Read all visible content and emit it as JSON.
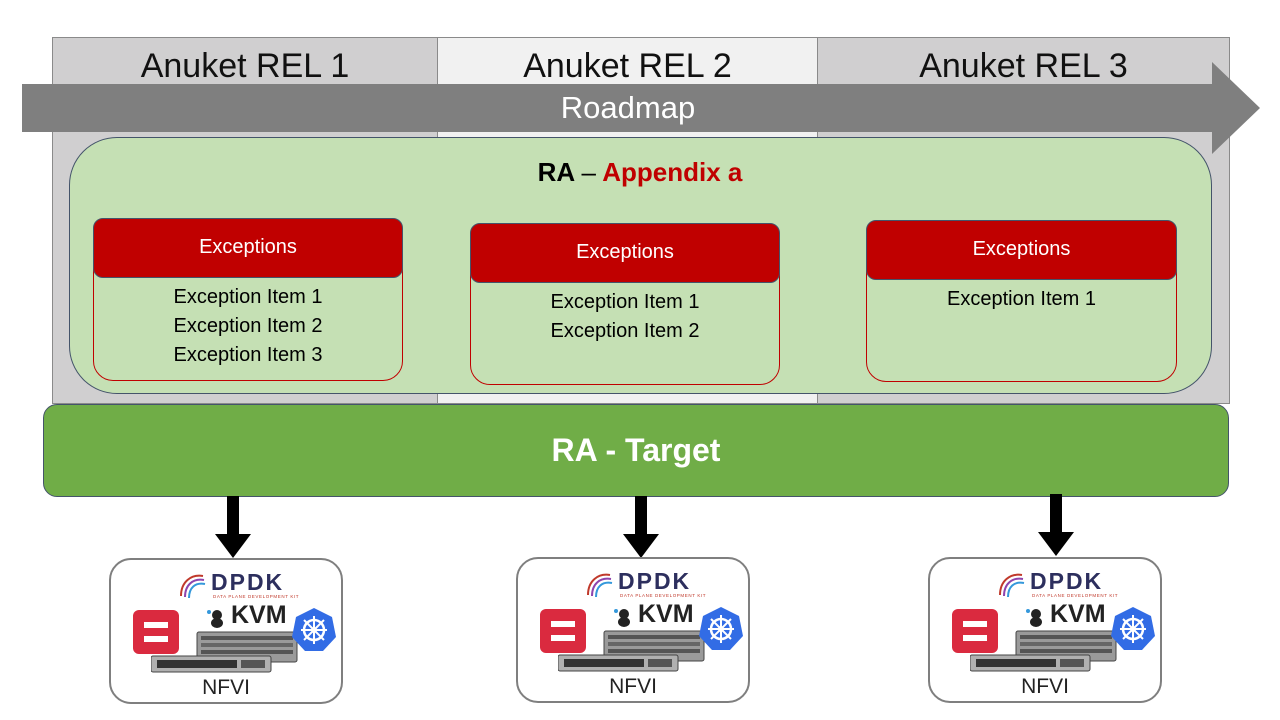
{
  "releases": [
    {
      "label": "Anuket REL 1"
    },
    {
      "label": "Anuket REL 2"
    },
    {
      "label": "Anuket REL 3"
    }
  ],
  "roadmap": {
    "label": "Roadmap"
  },
  "ra_appendix": {
    "ra": "RA",
    "dash": "–",
    "appendix": "Appendix a"
  },
  "exceptions": [
    {
      "title": "Exceptions",
      "items": [
        "Exception Item 1",
        "Exception Item 2",
        "Exception Item 3"
      ]
    },
    {
      "title": "Exceptions",
      "items": [
        "Exception Item 1",
        "Exception Item 2"
      ]
    },
    {
      "title": "Exceptions",
      "items": [
        "Exception Item 1"
      ]
    }
  ],
  "target": {
    "label": "RA - Target"
  },
  "nfvi": [
    {
      "label": "NFVI",
      "dpdk": "DPDK",
      "dpdk_sub": "DATA PLANE DEVELOPMENT KIT",
      "kvm": "KVM"
    },
    {
      "label": "NFVI",
      "dpdk": "DPDK",
      "dpdk_sub": "DATA PLANE DEVELOPMENT KIT",
      "kvm": "KVM"
    },
    {
      "label": "NFVI",
      "dpdk": "DPDK",
      "dpdk_sub": "DATA PLANE DEVELOPMENT KIT",
      "kvm": "KVM"
    }
  ],
  "colors": {
    "rel_grey": "#d0cfd0",
    "rel_light": "#f1f1f1",
    "arrow": "#7f7f7f",
    "appendix_fill": "#c5e0b4",
    "exception_red": "#c00000",
    "target_green": "#70ad47"
  }
}
